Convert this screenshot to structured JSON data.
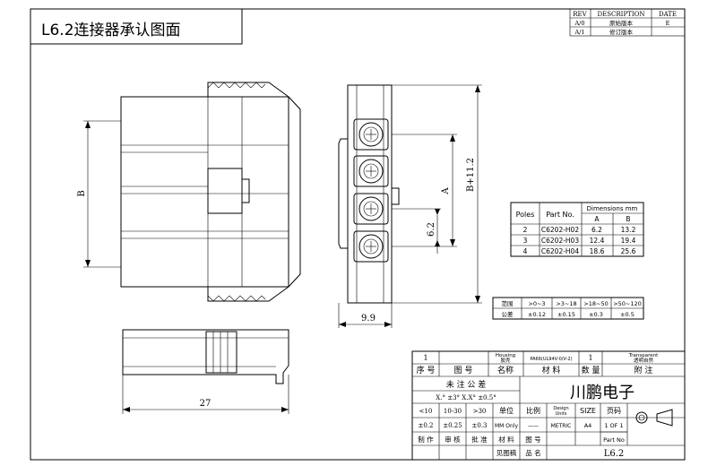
{
  "title": "L6.2连接器承认图面",
  "revision": {
    "headers": [
      "REV",
      "DESCRIPTION",
      "DATE"
    ],
    "rows": [
      [
        "A/0",
        "原始版本",
        "E"
      ],
      [
        "A/1",
        "修订版本",
        ""
      ]
    ]
  },
  "dimensions": {
    "b": "B",
    "b_plus": "B+11.2",
    "a": "A",
    "pitch": "6.2",
    "width": "9.9",
    "length": "27"
  },
  "poles_table": {
    "h_poles": "Poles",
    "h_part": "Part No.",
    "h_dims": "Dimensions mm",
    "h_a": "A",
    "h_b": "B",
    "rows": [
      [
        "2",
        "C6202-H02",
        "6.2",
        "13.2"
      ],
      [
        "3",
        "C6202-H03",
        "12.4",
        "19.4"
      ],
      [
        "4",
        "C6202-H04",
        "18.6",
        "25.6"
      ]
    ]
  },
  "tolerance_table": {
    "r1": [
      "范围",
      ">0~3",
      ">3~18",
      ">18~50",
      ">50~120"
    ],
    "r2": [
      "公差",
      "±0.12",
      "±0.15",
      "±0.3",
      "±0.5"
    ]
  },
  "title_block": {
    "part_no": "1",
    "part_name_top": "Housing",
    "part_name_bot": "胶壳",
    "material": "PA66(UL94V-0/V-2)",
    "qty": "1",
    "note_top": "Transparent",
    "note_bot": "透明自然",
    "h_seq": "序 号",
    "h_drawing": "图 号",
    "h_name": "名称",
    "h_material": "材 料",
    "h_qty": "数 量",
    "h_note": "附 注",
    "tol_title": "未 注 公 差",
    "tol_line": "X.° ±3° X.X° ±0.5°",
    "company": "川鹏电子",
    "range_labels": [
      "<10",
      "10-30",
      ">30"
    ],
    "range_tols": [
      "±0.2",
      "±0.25",
      "±0.3"
    ],
    "unit_label": "单位",
    "unit_value": "MM Only",
    "scale_label": "比例",
    "scale_value": "——",
    "design_units_top": "Design",
    "design_units_bot": "Units",
    "design_units_value": "METRIC",
    "size_label": "SIZE",
    "size_value": "A4",
    "page_label": "页码",
    "page_value": "1 OF 1",
    "row_make": "制 作",
    "row_check": "审 核",
    "row_approve": "批 准",
    "row_material": "材 料",
    "row_drawing": "图 号",
    "see_drawing": "见图稿",
    "product_name": "品 名",
    "part_no_label": "Part No",
    "part_no_value": "L6.2"
  }
}
